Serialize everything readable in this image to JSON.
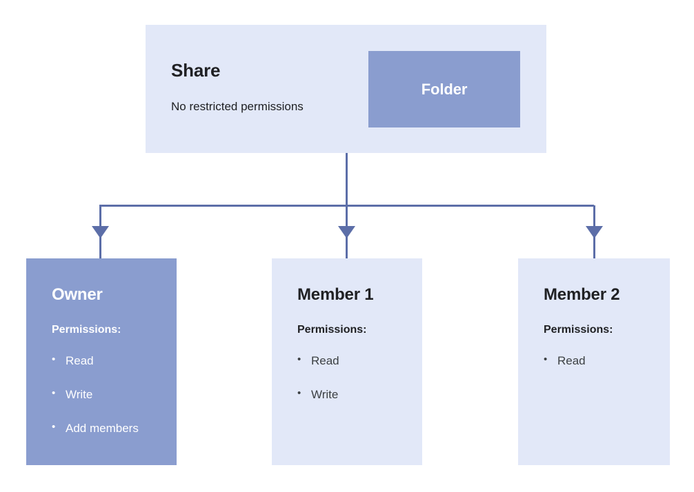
{
  "diagram": {
    "colors": {
      "panel_light": "#e2e8f8",
      "panel_accent": "#8a9dcf",
      "connector": "#5c6ea8",
      "text_dark": "#202124",
      "text_light": "#ffffff"
    }
  },
  "share": {
    "title": "Share",
    "subtitle": "No restricted permissions",
    "folder_label": "Folder"
  },
  "roles": [
    {
      "name": "Owner",
      "permissions_label": "Permissions:",
      "permissions": [
        "Read",
        "Write",
        "Add members"
      ]
    },
    {
      "name": "Member 1",
      "permissions_label": "Permissions:",
      "permissions": [
        "Read",
        "Write"
      ]
    },
    {
      "name": "Member 2",
      "permissions_label": "Permissions:",
      "permissions": [
        "Read"
      ]
    }
  ]
}
